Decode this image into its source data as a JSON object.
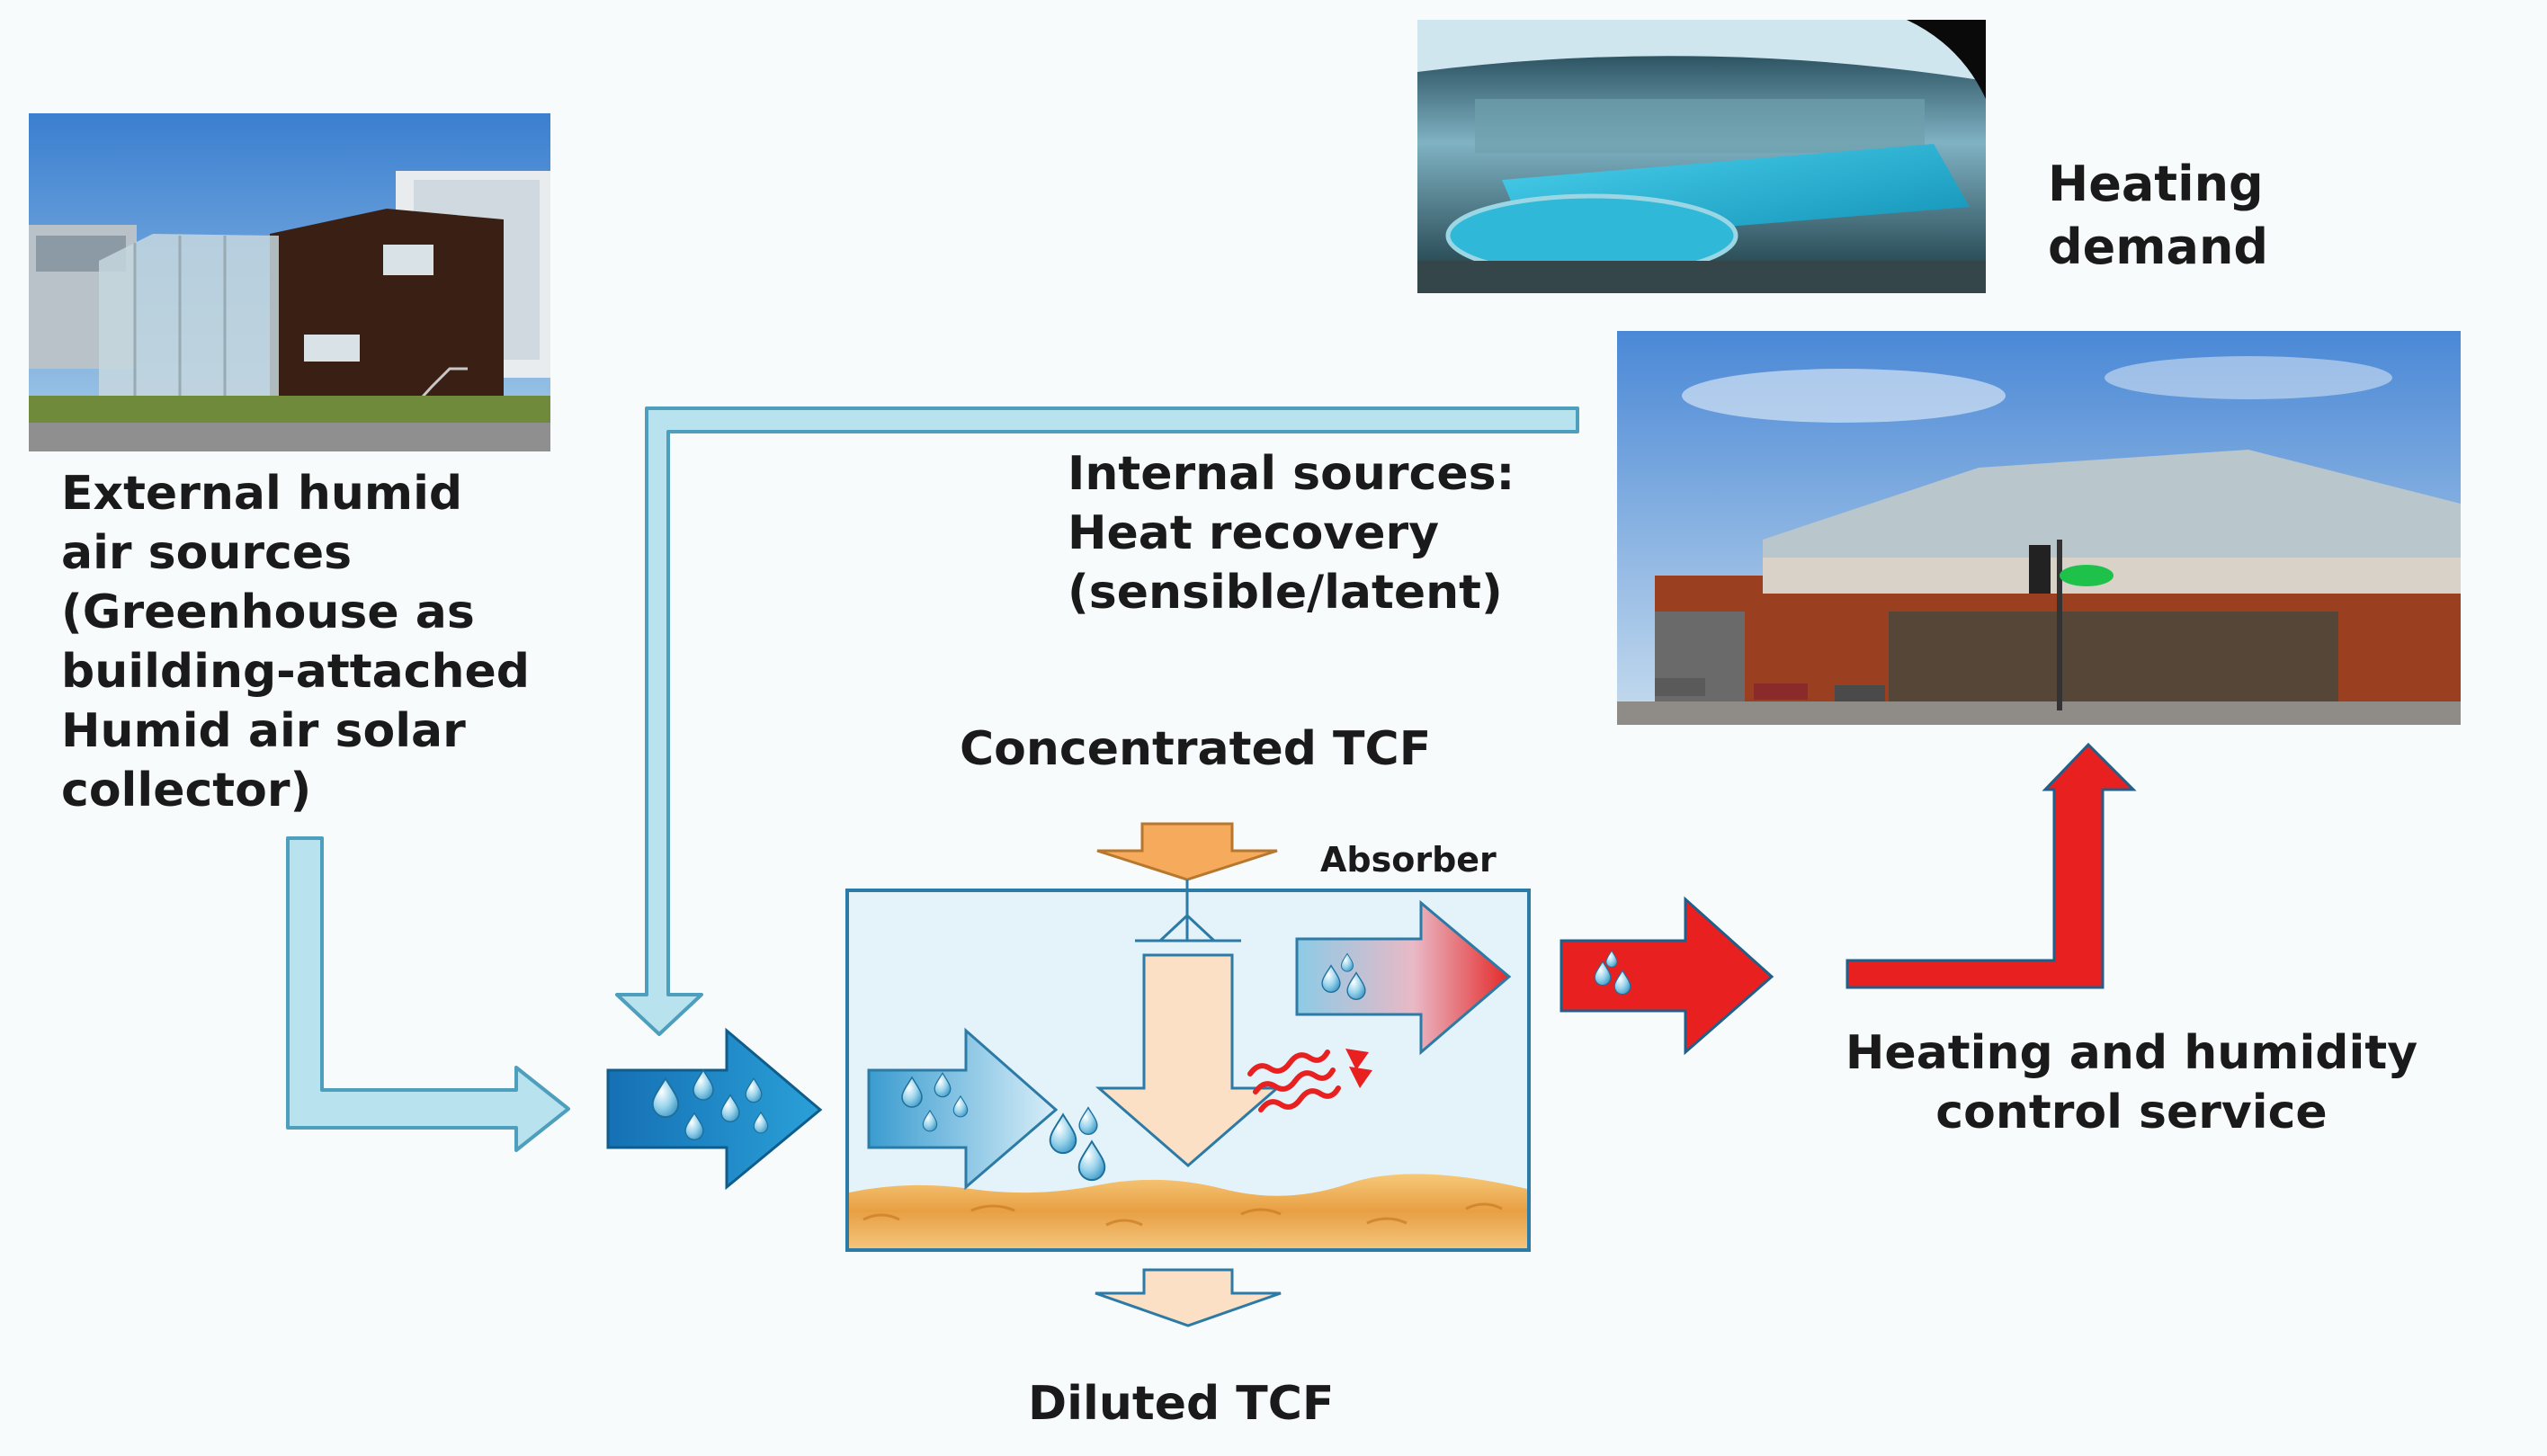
{
  "labels": {
    "external": [
      "External humid",
      "air sources",
      "(Greenhouse as",
      "building-attached",
      "Humid air solar",
      "collector)"
    ],
    "internal": [
      "Internal sources:",
      "Heat recovery",
      "(sensible/latent)"
    ],
    "heating_demand": [
      "Heating",
      "demand"
    ],
    "service": [
      "Heating and humidity",
      "control service"
    ],
    "concentrated": "Concentrated TCF",
    "diluted": "Diluted TCF",
    "absorber": "Absorber"
  },
  "colors": {
    "light_blue_arrow": "#b8e2ee",
    "blue_arrow": "#1c8cc8",
    "orange_arrow": "#f5aa5c",
    "peach_arrow": "#fbe0c6",
    "red_arrow": "#e82020",
    "absorber_fill": "#e4f3fa",
    "liquid": "#e9a444"
  }
}
